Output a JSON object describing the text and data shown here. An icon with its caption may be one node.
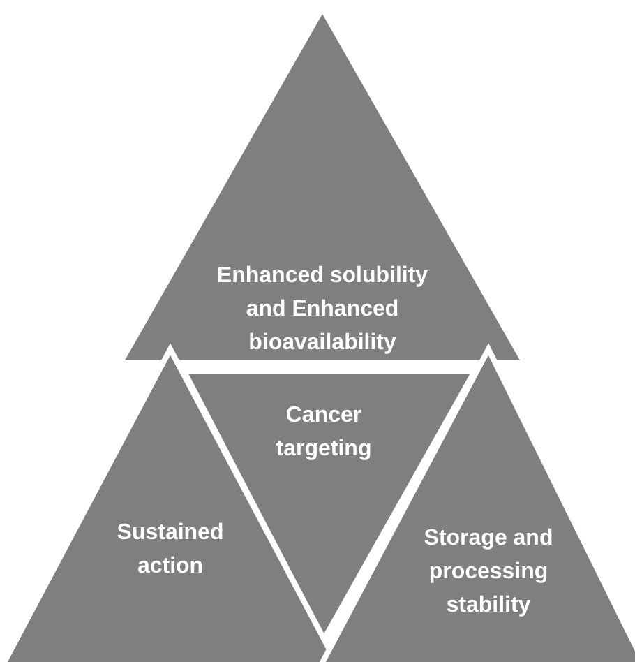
{
  "diagram": {
    "nodes": [
      {
        "text": [
          "Enhanced solubility and Enhanced bioavailability"
        ]
      },
      {
        "text": [
          "Cancer targeting"
        ]
      },
      {
        "text": [
          "Sustained action"
        ]
      },
      {
        "text": [
          "Storage and processing stability"
        ]
      }
    ]
  }
}
